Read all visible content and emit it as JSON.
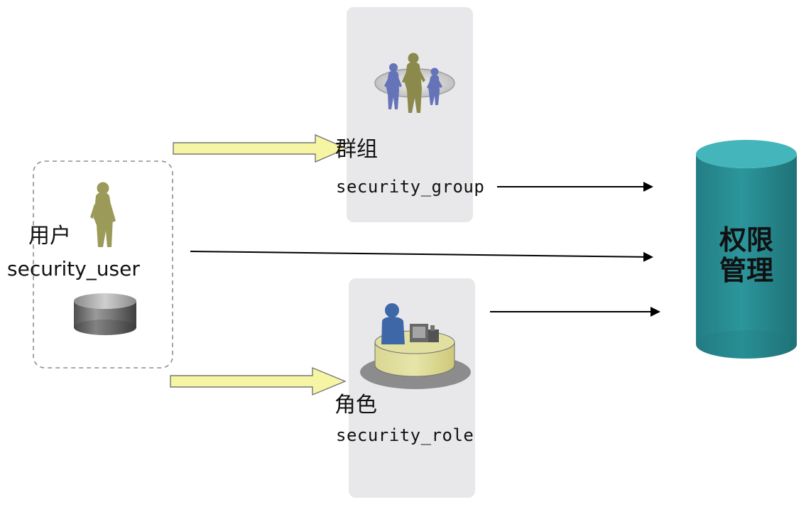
{
  "diagram": {
    "user": {
      "label": "用户",
      "code": "security_user"
    },
    "group": {
      "label": "群组",
      "code": "security_group"
    },
    "role": {
      "label": "角色",
      "code": "security_role"
    },
    "permission_store": {
      "line1": "权限",
      "line2": "管理"
    }
  },
  "colors": {
    "panel": "#e8e8eb",
    "yellow_arrow_fill": "#f5f5a3",
    "yellow_arrow_stroke": "#777777",
    "cylinder_body": "#2a8f95",
    "cylinder_top": "#43b5bb",
    "text": "#111111"
  }
}
